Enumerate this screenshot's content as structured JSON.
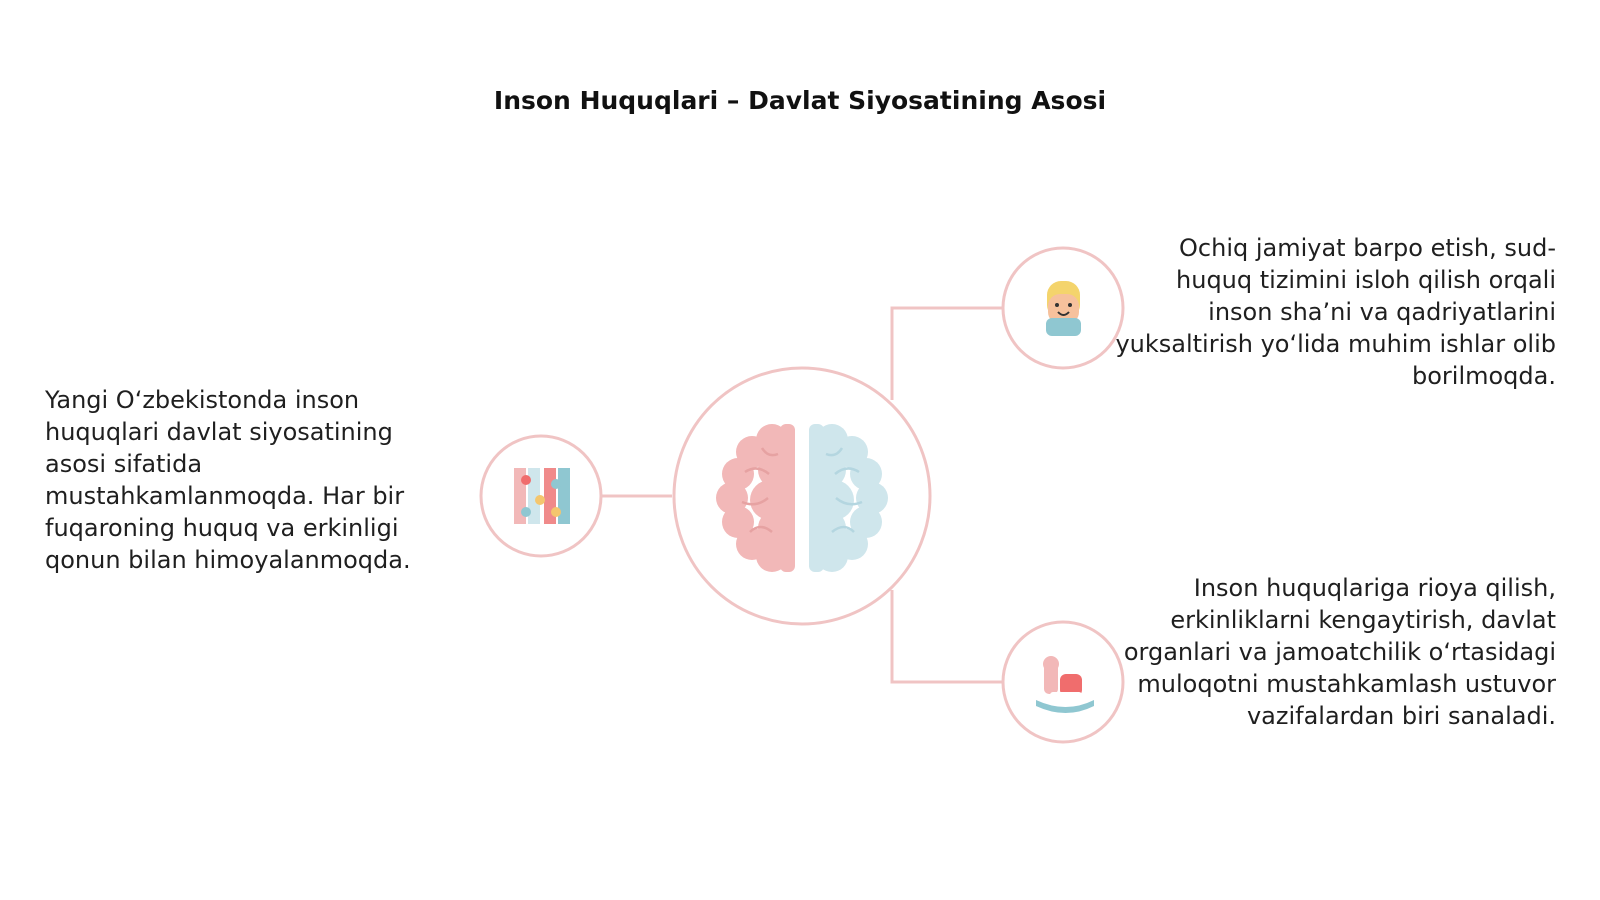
{
  "title": "Inson Huquqlari – Davlat Siyosatining Asosi",
  "colors": {
    "ring": "#f0c4c4",
    "connector": "#f0c4c4",
    "brain_left": "#f2b8b8",
    "brain_right": "#cfe6ec",
    "text": "#1f1f1f"
  },
  "center_node": {
    "icon": "brain-icon"
  },
  "nodes": [
    {
      "position": "left",
      "icon": "puzzle-pieces-icon",
      "text": "Yangi O‘zbekistonda inson huquqlari davlat siyosatining asosi sifatida mustahkamlanmoqda. Har bir fuqaroning huquq va erkinligi qonun bilan himoyalanmoqda."
    },
    {
      "position": "right-top",
      "icon": "smiling-child-icon",
      "text": "Ochiq jamiyat barpo etish, sud-huquq tizimini isloh qilish orqali inson sha’ni va qadriyatlarini yuksaltirish yo‘lida muhim ishlar olib borilmoqda."
    },
    {
      "position": "right-bottom",
      "icon": "rocking-horse-icon",
      "text": "Inson huquqlariga rioya qilish, erkinliklarni kengaytirish, davlat organlari va jamoatchilik o‘rtasidagi muloqotni mustahkamlash ustuvor vazifalardan biri sanaladi."
    }
  ]
}
